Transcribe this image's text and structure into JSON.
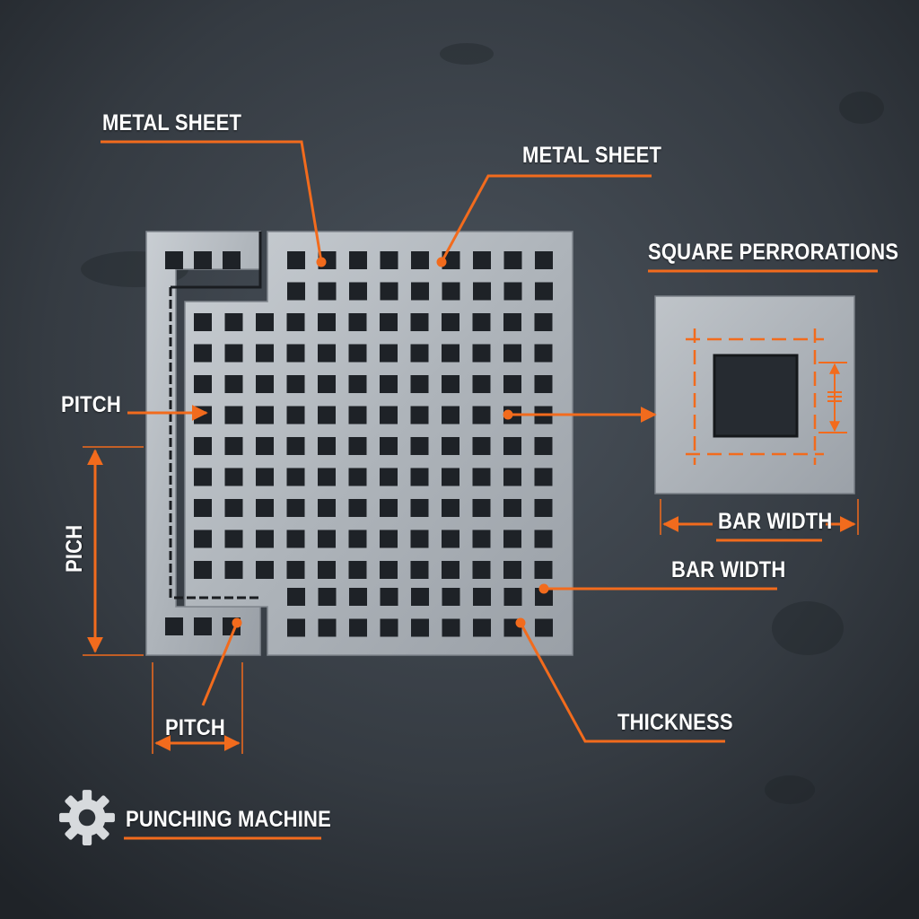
{
  "labels": {
    "metal_sheet_1": "METAL SHEET",
    "metal_sheet_2": "METAL SHEET",
    "square_perforations": "SQUARE PERRORATIONS",
    "pitch_left": "PITCH",
    "pitch_vertical": "PICH",
    "pitch_bottom": "PITCH",
    "bar_width_detail": "BAR WIDTH",
    "bar_width": "BAR WIDTH",
    "thickness": "THICKNESS",
    "punching_machine": "PUNCHING MACHINE"
  },
  "icons": {
    "machine": "gear-icon"
  },
  "colors": {
    "accent": "#f26b1d",
    "sheet": "#b9bec4",
    "background": "#2b3036",
    "hole": "#1e2227",
    "text": "#ffffff"
  }
}
